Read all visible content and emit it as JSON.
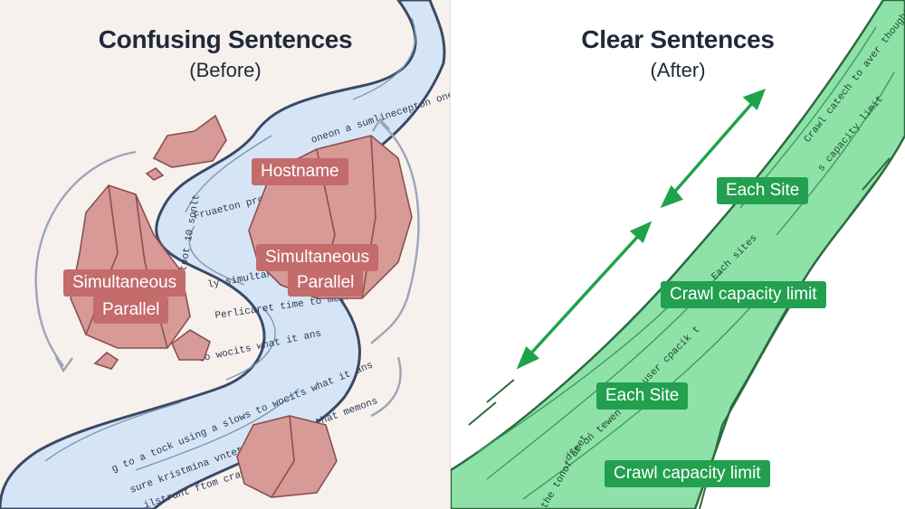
{
  "left_panel": {
    "title": "Confusing Sentences",
    "subtitle": "(Before)",
    "labels": {
      "hostname": "Hostname",
      "simultaneous_a": "Simultaneous",
      "parallel_a": "Parallel",
      "simultaneous_b": "Simultaneous",
      "parallel_b": "Parallel"
    },
    "river_text": [
      "oneon a sumlinecepton onew to scarn too sing fler",
      "Fruaeton provid's s",
      "ly simultaneous stok aomeing",
      "toot 10 sonlt",
      "Perlicaret time to metric",
      "to wocits what it ans",
      "g to a tock using a slows to wocits what it ans",
      "sure kristmina vntet bunled from that memons",
      "ilstrunt ftom crawl seaaqeis"
    ]
  },
  "right_panel": {
    "title": "Clear Sentences",
    "subtitle": "(After)",
    "labels": {
      "each_site_top": "Each Site",
      "crawl_capacity_top": "Crawl capacity limit",
      "each_site_bottom": "Each Site",
      "crawl_capacity_bottom": "Crawl capacity limit"
    },
    "river_text": [
      "Crawl catech to aver thoughts",
      "s capacity limit",
      "Each sites",
      "user cpacik t",
      "dft on tewen to the",
      "the tonof amet."
    ]
  },
  "colors": {
    "left_background": "#f7f1ee",
    "river_blue": "#d6e5f5",
    "river_outline": "#3a4a66",
    "rock": "#d89a96",
    "label_red": "#c46b6b",
    "river_green": "#8ee2a8",
    "label_green": "#22a04f",
    "arrow_green": "#1fa34a",
    "arrow_gray": "#9aa6b8"
  }
}
